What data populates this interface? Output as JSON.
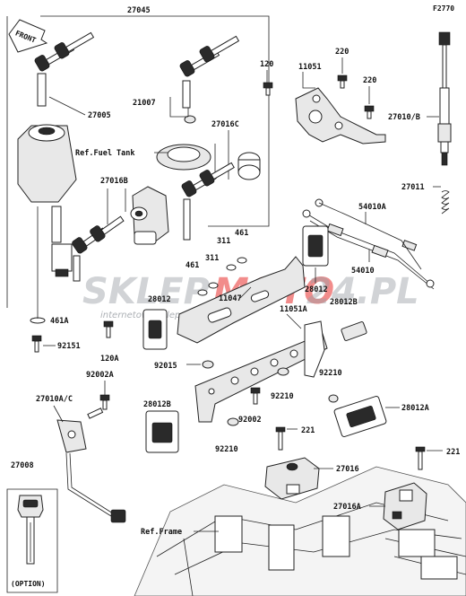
{
  "figure_code": "F2770",
  "front_marker": "FRONT",
  "watermark": {
    "part1": "SKLEP",
    "part2": "MOTO",
    "part3": "24.PL",
    "tagline": "internetowy sklep motocyklowy"
  },
  "callouts": {
    "p27045": "27045",
    "p27005": "27005",
    "p21007": "21007",
    "ref_fuel_tank": "Ref.Fuel Tank",
    "p27016C": "27016C",
    "p27016B": "27016B",
    "p120_top": "120",
    "p11051": "11051",
    "p220_a": "220",
    "p220_b": "220",
    "p27010B": "27010/B",
    "p27011": "27011",
    "p54010A": "54010A",
    "p54010": "54010",
    "p461_a": "461",
    "p311_a": "311",
    "p461_b": "461",
    "p311_b": "311",
    "p28012_l": "28012",
    "p11047": "11047",
    "p28012_r": "28012",
    "p28012B_r": "28012B",
    "p11051A": "11051A",
    "p461A": "461A",
    "p92151": "92151",
    "p120A": "120A",
    "p92002A": "92002A",
    "p92015": "92015",
    "p92210_r": "92210",
    "p92210_m": "92210",
    "p27010AC": "27010A/C",
    "p28012B_l": "28012B",
    "p92002": "92002",
    "p92210_b": "92210",
    "p28012A": "28012A",
    "p221_a": "221",
    "p221_b": "221",
    "p27016": "27016",
    "p27008": "27008",
    "p27016A": "27016A",
    "ref_frame": "Ref.Frame",
    "option": "(OPTION)"
  }
}
